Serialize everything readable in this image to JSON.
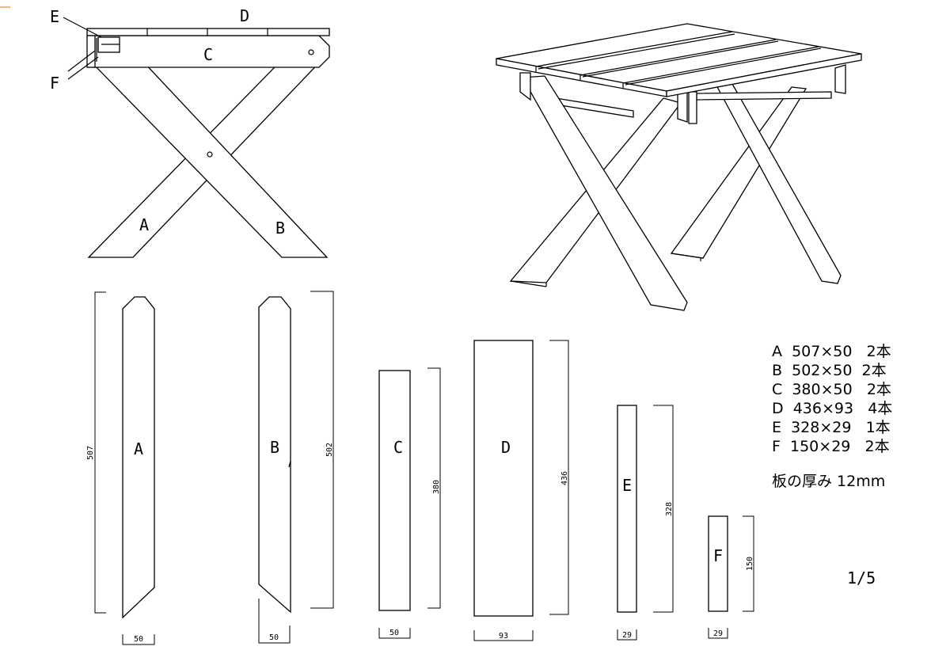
{
  "front_view": {
    "labels": {
      "A": "A",
      "B": "B",
      "C": "C",
      "D": "D",
      "E": "E",
      "F": "F"
    }
  },
  "parts": [
    {
      "id": "A",
      "length": "507",
      "width": "50"
    },
    {
      "id": "B",
      "length": "502",
      "width": "50"
    },
    {
      "id": "C",
      "length": "380",
      "width": "50"
    },
    {
      "id": "D",
      "length": "436",
      "width": "93"
    },
    {
      "id": "E",
      "length": "328",
      "width": "29"
    },
    {
      "id": "F",
      "length": "150",
      "width": "29"
    }
  ],
  "cut_list": [
    "A  507×50   2本",
    "B  502×50  2本",
    "C  380×50   2本",
    "D  436×93   4本",
    "E  328×29   1本",
    "F  150×29   2本"
  ],
  "thickness": "板の厚み 12mm",
  "scale": "1/5",
  "colors": {
    "line": "#000000",
    "background": "#ffffff",
    "corner_mark": "#f0a040"
  }
}
